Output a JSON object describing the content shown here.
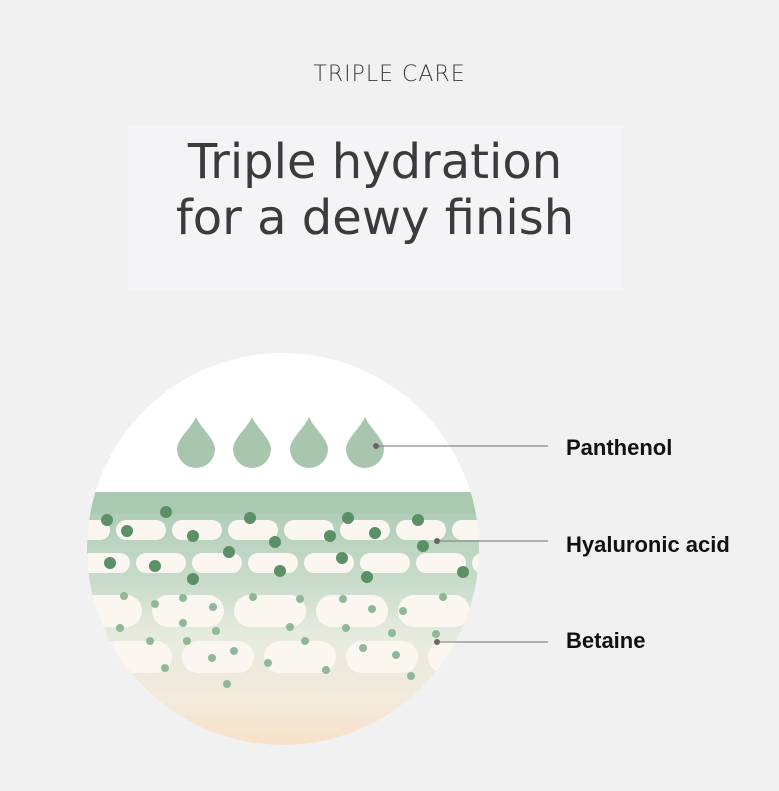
{
  "header": {
    "eyebrow": "TRIPLE CARE",
    "headline_line1": "Triple hydration",
    "headline_line2": "for a dewy finish"
  },
  "diagram": {
    "labels": [
      {
        "key": "panthenol",
        "text": "Panthenol"
      },
      {
        "key": "hyaluronic",
        "text": "Hyaluronic acid"
      },
      {
        "key": "betaine",
        "text": "Betaine"
      }
    ],
    "colors": {
      "drop": "#a8c6ad",
      "dot_dark": "#5b8f66",
      "dot_light": "#8fb898",
      "band": "#a9c9b1",
      "cell": "#fbf6ef",
      "leader": "#8a8a8a"
    },
    "drop_count": 4
  }
}
